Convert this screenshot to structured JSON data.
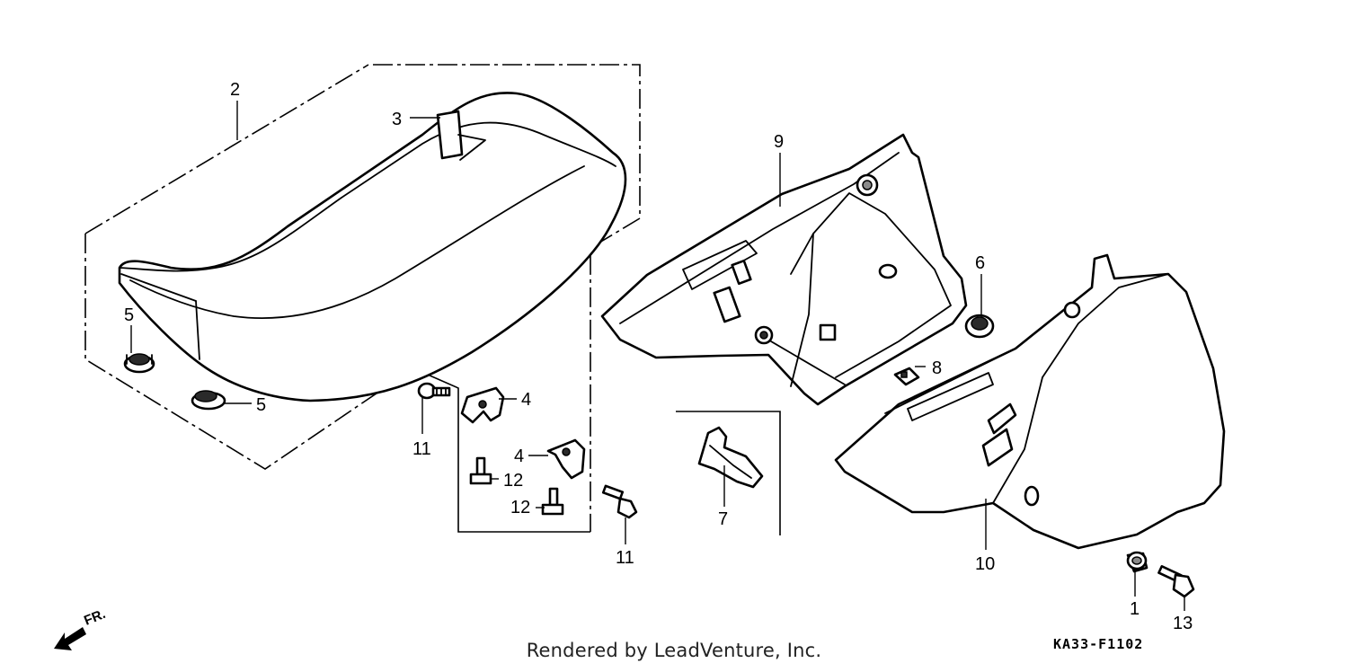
{
  "callouts": {
    "c1": "1",
    "c2": "2",
    "c3": "3",
    "c4a": "4",
    "c4b": "4",
    "c5a": "5",
    "c5b": "5",
    "c6": "6",
    "c7": "7",
    "c8": "8",
    "c9": "9",
    "c10": "10",
    "c11a": "11",
    "c11b": "11",
    "c12a": "12",
    "c12b": "12",
    "c13": "13"
  },
  "direction_label": "FR.",
  "diagram_code": "KA33-F1102",
  "footer_text": "Rendered by LeadVenture, Inc."
}
